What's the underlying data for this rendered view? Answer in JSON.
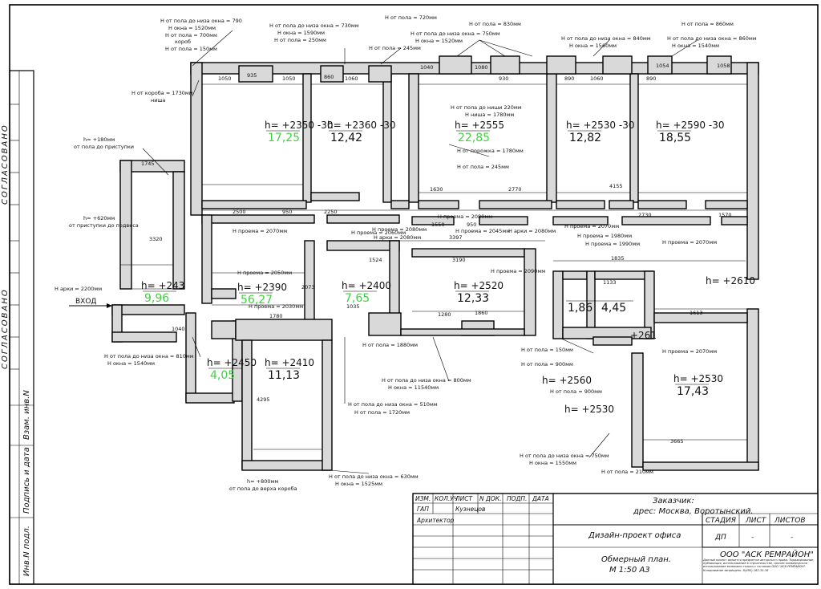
{
  "side_stamps": {
    "agreed_1": "СОГЛАСОВАНО",
    "agreed_2": "СОГЛАСОВАНО",
    "inv_vzam": "Взам. инв.N",
    "sign_date": "Подпись и дата",
    "inv_podl": "Инв.N подл."
  },
  "entrance": "ВХОД",
  "rooms": [
    {
      "height": "h= +2350 -30",
      "area": "17,25",
      "color": "#3fd23f"
    },
    {
      "height": "h= +2360 -30",
      "area": "12,42",
      "color": "#111111"
    },
    {
      "height": "h= +2555",
      "area": "22,85",
      "color": "#3fd23f"
    },
    {
      "height": "h= +2530 -30",
      "area": "12,82",
      "color": "#111111"
    },
    {
      "height": "h= +2590 -30",
      "area": "18,55",
      "color": "#111111"
    },
    {
      "height": "h= +243",
      "area": "9,96",
      "color": "#3fd23f"
    },
    {
      "height": "h= +2390",
      "area": "56,27",
      "color": "#3fd23f"
    },
    {
      "height": "h= +2400",
      "area": "7,65",
      "color": "#3fd23f"
    },
    {
      "height": "h= +2520",
      "area": "12,33",
      "color": "#111111"
    },
    {
      "height": "",
      "area": "1,86",
      "color": "#111111"
    },
    {
      "height": "",
      "area": "4,45",
      "color": "#111111"
    },
    {
      "height": "h= +2610",
      "area": "",
      "color": "#111111"
    },
    {
      "height": "h= +2450",
      "area": "4,05",
      "color": "#3fd23f"
    },
    {
      "height": "h= +2410",
      "area": "11,13",
      "color": "#111111"
    },
    {
      "height": "h= +2530",
      "area": "17,43",
      "color": "#111111"
    },
    {
      "height": "h= +2560",
      "area": "",
      "color": "#111111"
    },
    {
      "height": "h= +2530",
      "area": "",
      "color": "#111111"
    },
    {
      "height": "+261",
      "area": "",
      "color": "#111111"
    }
  ],
  "annotations": [
    "H от пола до низа окна = 790",
    "H окна = 1520мм",
    "H от пола = 700мм",
    "короб",
    "H от пола = 150мм",
    "H от пола до низа окна = 730мм",
    "H окна = 1590мм",
    "H от пола = 250мм",
    "H от пола = 720мм",
    "H от пола до низа окна = 750мм",
    "H окна = 1520мм",
    "H от пола = 245мм",
    "H от пола = 830мм",
    "H от пола до низа окна = 840мм",
    "H окна = 1560мм",
    "H от пола = 860мм",
    "H от пола до низа окна = 860мм",
    "H окна = 1540мм",
    "H от короба = 1730мм",
    "ниша",
    "h= +180мм",
    "от пола до приступки",
    "h= +620мм",
    "от приступки до подвеса",
    "H арки = 2200мм",
    "H от пола до ниши 220мм",
    "H ниша = 1780мм",
    "H от порожка = 1780мм",
    "H от пола = 245мм",
    "H проема = 2070мм",
    "H проема = 2080мм",
    "H проема = 2080мм",
    "H проема = 2070мм",
    "H проема = 2060мм",
    "H арки = 2080мм",
    "H проема = 2045мм",
    "H арки = 2080мм",
    "H проема = 1980мм",
    "H проема = 1990мм",
    "H проема = 2070мм",
    "H проема = 2050мм",
    "H проема = 2030мм",
    "H проема = 2090мм",
    "H от пола до низа окна = 810мм",
    "H окна = 1540мм",
    "H от пола = 1880мм",
    "H от пола = 150мм",
    "H от пола до низа окна = 800мм",
    "H окна = 11540мм",
    "H от пола = 900мм",
    "H от пола = 900мм",
    "H от пола до низа окна = 510мм",
    "H от пола = 1720мм",
    "H проема = 2070мм",
    "h= +800мм",
    "от пола до верха короба",
    "H от пола до низа окна = 630мм",
    "H окна = 1525мм",
    "H от пола до низа окна = 750мм",
    "H окна = 1550мм",
    "H от пола = 210мм"
  ],
  "dimensions": [
    "1050",
    "935",
    "1050",
    "860",
    "1060",
    "1040",
    "1080",
    "930",
    "890",
    "1060",
    "890",
    "1054",
    "1058",
    "1745",
    "2500",
    "950",
    "2250",
    "1550",
    "950",
    "2770",
    "2730",
    "1570",
    "3397",
    "1524",
    "3190",
    "1630",
    "4155",
    "1860",
    "1613",
    "1780",
    "1040",
    "3665",
    "1280",
    "1035",
    "2073",
    "3320",
    "4295",
    "1835",
    "1133"
  ],
  "title_block": {
    "headers": [
      "ИЗМ.",
      "КОЛ.УЧ",
      "ЛИСТ",
      "N ДОК.",
      "ПОДП.",
      "ДАТА"
    ],
    "gap": "ГАП",
    "gap_name": "Кузнецов",
    "architect": "Архитектор",
    "customer": "Заказчик:",
    "address": "дрес: Москва, Воротынский.",
    "project": "Дизайн-проект офиса",
    "sheet_title": "Обмерный план.",
    "scale": "М 1:50 А3",
    "stage_label": "СТАДИЯ",
    "sheet_label": "ЛИСТ",
    "sheets_label": "ЛИСТОВ",
    "stage": "ДП",
    "sheet": "-",
    "sheets": "-",
    "company": "ООО \"АСК РЕМРАЙОН\"",
    "notice": "Данный проект является предметом авторского права. Тиражирование, публикация, использование в строительстве, прочее коммерческое использование возможно только с согласия ООО \"АСК РЕМРАЙОН\". Копирование запрещено. 8(495) 162-35-36"
  }
}
